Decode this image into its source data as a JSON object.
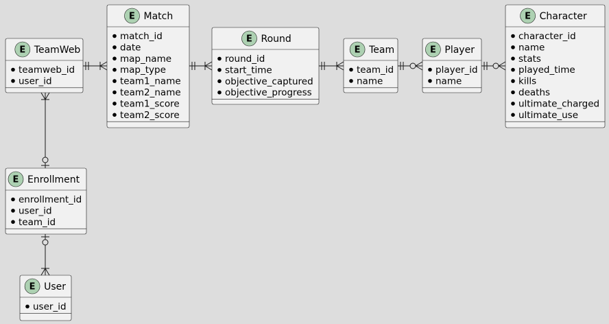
{
  "badge_letter": "E",
  "colors": {
    "background": "#dddddd",
    "entity_fill": "#f1f1f1",
    "badge_fill": "#add1b2",
    "line": "#181818"
  },
  "entities": {
    "teamweb": {
      "title": "TeamWeb",
      "attributes": [
        "teamweb_id",
        "user_id"
      ]
    },
    "match": {
      "title": "Match",
      "attributes": [
        "match_id",
        "date",
        "map_name",
        "map_type",
        "team1_name",
        "team2_name",
        "team1_score",
        "team2_score"
      ]
    },
    "round": {
      "title": "Round",
      "attributes": [
        "round_id",
        "start_time",
        "objective_captured",
        "objective_progress"
      ]
    },
    "team": {
      "title": "Team",
      "attributes": [
        "team_id",
        "name"
      ]
    },
    "player": {
      "title": "Player",
      "attributes": [
        "player_id",
        "name"
      ]
    },
    "character": {
      "title": "Character",
      "attributes": [
        "character_id",
        "name",
        "stats",
        "played_time",
        "kills",
        "deaths",
        "ultimate_charged",
        "ultimate_use"
      ]
    },
    "enrollment": {
      "title": "Enrollment",
      "attributes": [
        "enrollment_id",
        "user_id",
        "team_id"
      ]
    },
    "user": {
      "title": "User",
      "attributes": [
        "user_id"
      ]
    }
  },
  "relationships": [
    {
      "from": "teamweb",
      "to": "match",
      "from_end": "exactly-one",
      "to_end": "one-or-many"
    },
    {
      "from": "match",
      "to": "round",
      "from_end": "exactly-one",
      "to_end": "one-or-many"
    },
    {
      "from": "round",
      "to": "team",
      "from_end": "exactly-one",
      "to_end": "one-or-many"
    },
    {
      "from": "team",
      "to": "player",
      "from_end": "exactly-one",
      "to_end": "zero-or-many"
    },
    {
      "from": "player",
      "to": "character",
      "from_end": "exactly-one",
      "to_end": "zero-or-many"
    },
    {
      "from": "teamweb",
      "to": "enrollment",
      "from_end": "one-or-many",
      "to_end": "zero-or-one"
    },
    {
      "from": "enrollment",
      "to": "user",
      "from_end": "zero-or-one",
      "to_end": "one-or-many"
    }
  ]
}
